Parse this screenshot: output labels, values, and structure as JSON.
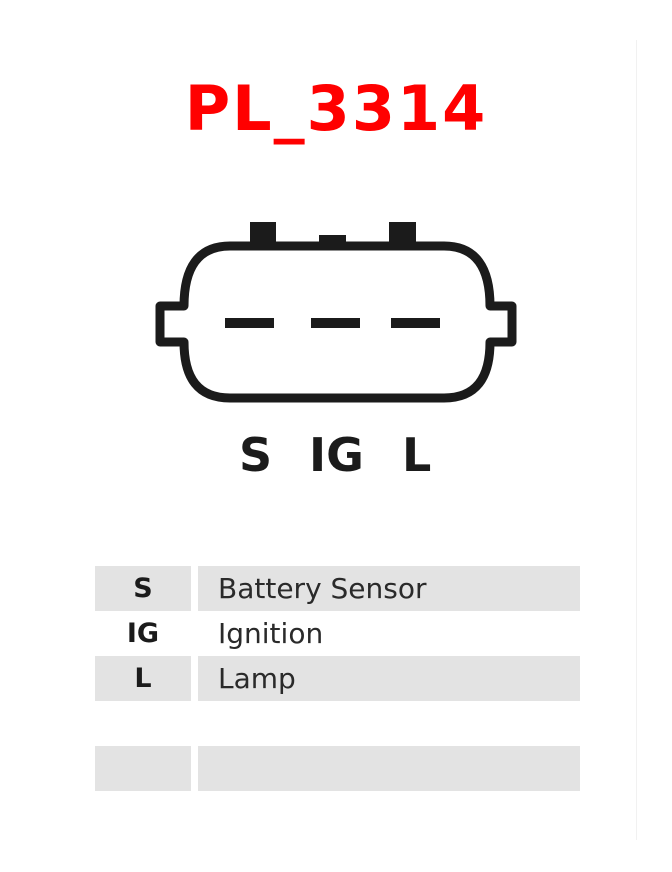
{
  "title": "PL_3314",
  "colors": {
    "title": "#ff0000",
    "row_fill": "#e3e3e3",
    "ink": "#1b1b1b"
  },
  "pins": [
    "S",
    "IG",
    "L"
  ],
  "pin_table": [
    {
      "code": "S",
      "description": "Battery Sensor"
    },
    {
      "code": "IG",
      "description": "Ignition"
    },
    {
      "code": "L",
      "description": "Lamp"
    },
    {
      "code": "",
      "description": ""
    }
  ]
}
